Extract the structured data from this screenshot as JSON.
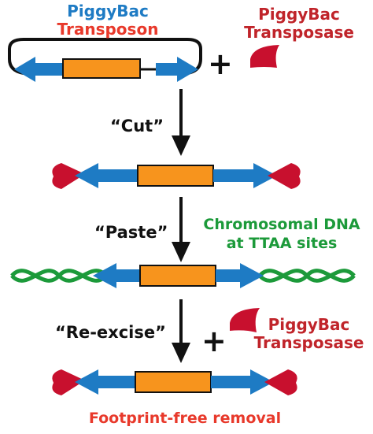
{
  "transposon_label": {
    "line1": "PiggyBac",
    "line2": "Transposon",
    "color1": "#1e7bc4",
    "color2": "#e8392b"
  },
  "transposase_label_top": {
    "line1": "PiggyBac",
    "line2": "Transposase",
    "color": "#c0242a"
  },
  "plus_sign": "+",
  "step_cut": "“Cut”",
  "step_paste": "“Paste”",
  "step_reexcise": "“Re-excise”",
  "chromosomal_label": {
    "line1": "Chromosomal DNA",
    "line2": "at TTAA sites",
    "color": "#1c9a3a"
  },
  "transposase_label_bottom": {
    "line1": "PiggyBac",
    "line2": "Transposase",
    "color": "#c0242a"
  },
  "footer_label": {
    "text": "Footprint-free removal",
    "color": "#e8392b"
  },
  "colors": {
    "arrow_blue": "#1e7bc4",
    "cargo_orange": "#f7941d",
    "transposase_red": "#c8102e",
    "dna_green": "#1c9a3a",
    "line_black": "#111111"
  }
}
